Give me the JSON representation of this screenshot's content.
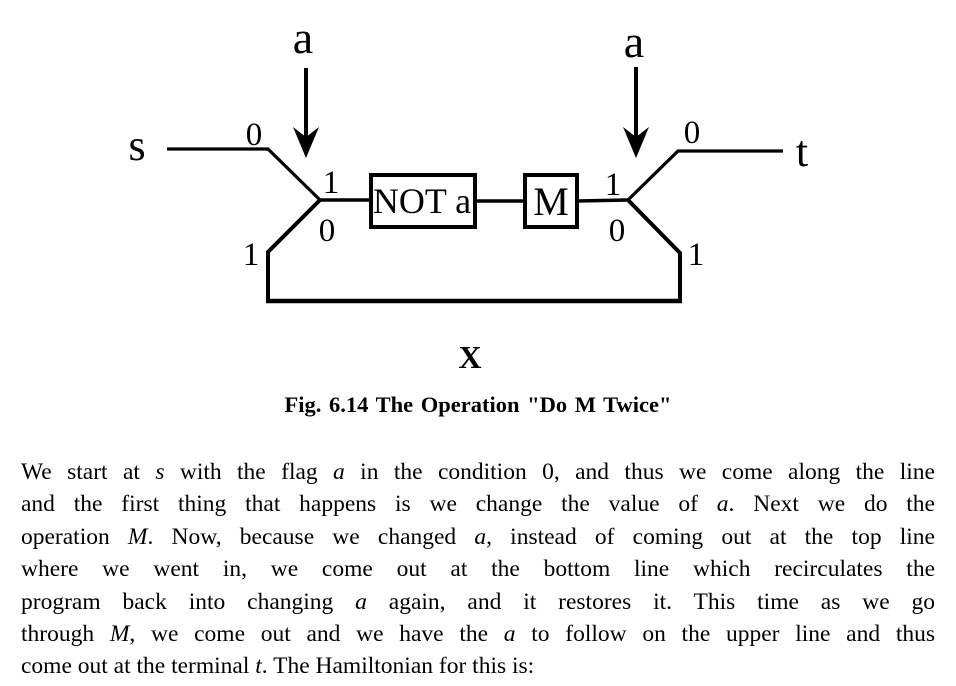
{
  "figure": {
    "terminal_s": "s",
    "terminal_t": "t",
    "flag_left": "a",
    "flag_right": "a",
    "box_not": "NOT a",
    "box_m": "M",
    "label_x": "X",
    "bits": {
      "left_top": "0",
      "left_in": "1",
      "left_out": "0",
      "left_bottom": "1",
      "right_in": "1",
      "right_out": "0",
      "right_top": "0",
      "right_bottom": "1"
    },
    "caption": "Fig. 6.14 The Operation \"Do M Twice\""
  },
  "paragraph": {
    "lines": [
      [
        {
          "t": "We start at "
        },
        {
          "t": "s",
          "i": true
        },
        {
          "t": " with the flag "
        },
        {
          "t": "a",
          "i": true
        },
        {
          "t": " in the condition 0, and thus we come along the line"
        }
      ],
      [
        {
          "t": "and the first thing that happens is we change the value of "
        },
        {
          "t": "a",
          "i": true
        },
        {
          "t": ". Next we do the"
        }
      ],
      [
        {
          "t": "operation "
        },
        {
          "t": "M",
          "i": true
        },
        {
          "t": ". Now, because we changed "
        },
        {
          "t": "a",
          "i": true
        },
        {
          "t": ", instead of coming out at the top line"
        }
      ],
      [
        {
          "t": "where we went in, we come out at the bottom line which recirculates the"
        }
      ],
      [
        {
          "t": "program back into changing "
        },
        {
          "t": "a",
          "i": true
        },
        {
          "t": " again, and it restores it. This time as we go"
        }
      ],
      [
        {
          "t": "through "
        },
        {
          "t": "M",
          "i": true
        },
        {
          "t": ", we come out and we have the "
        },
        {
          "t": "a",
          "i": true
        },
        {
          "t": " to follow on the upper line and thus"
        }
      ],
      [
        {
          "t": "come out at the terminal "
        },
        {
          "t": "t",
          "i": true
        },
        {
          "t": ". The Hamiltonian for this is:"
        }
      ]
    ]
  },
  "colors": {
    "ink": "#000000",
    "paper": "#ffffff"
  }
}
